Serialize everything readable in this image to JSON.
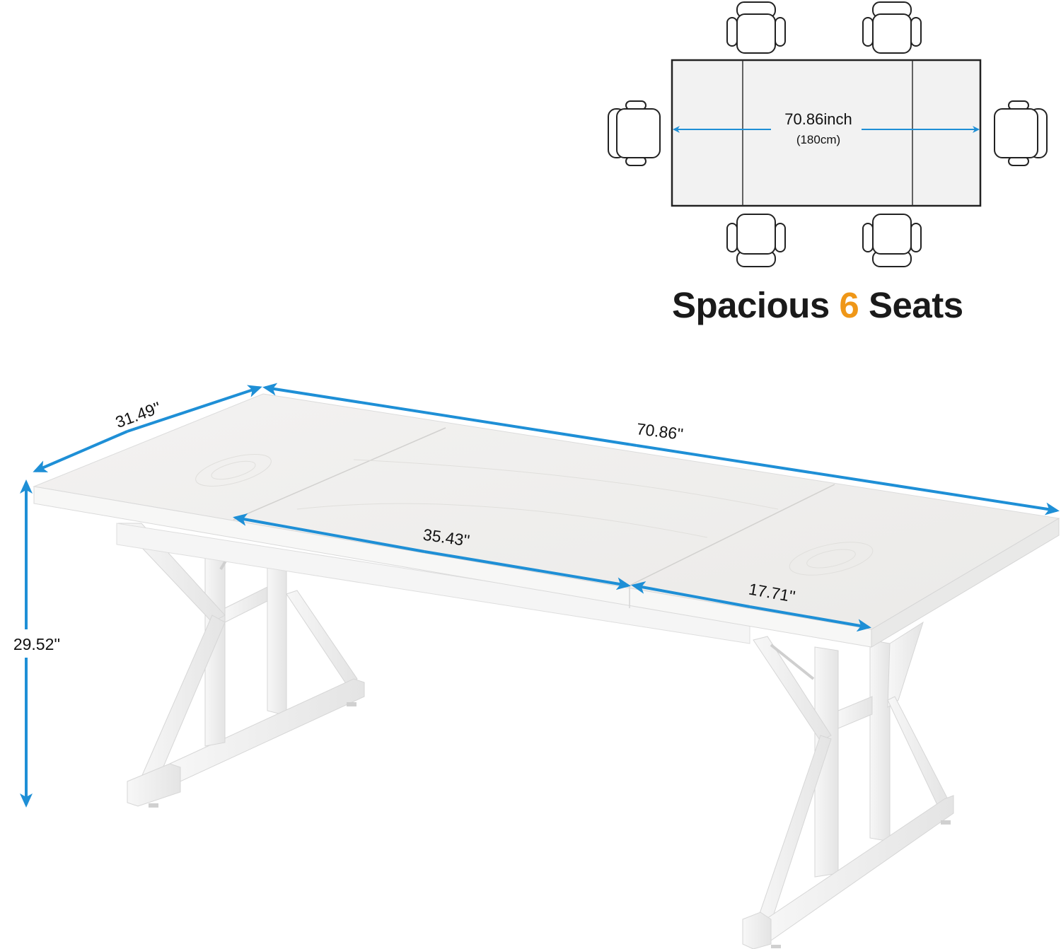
{
  "colors": {
    "dimension_arrow": "#1e8fd6",
    "accent": "#ef9718",
    "text": "#1a1a1a",
    "table_top": "#f0efee",
    "table_edge": "#e6e5e3",
    "frame": "#f4f4f4",
    "frame_shadow": "#dcdcdc",
    "diagram_fill": "#f2f2f2",
    "diagram_stroke": "#222222"
  },
  "top_view": {
    "length_label": "70.86inch",
    "length_metric": "(180cm)",
    "seat_count_icons": 6,
    "chairs": [
      {
        "position": "top-left"
      },
      {
        "position": "top-right"
      },
      {
        "position": "left"
      },
      {
        "position": "right"
      },
      {
        "position": "bottom-left"
      },
      {
        "position": "bottom-right"
      }
    ],
    "title": {
      "prefix": "Spacious",
      "number": "6",
      "suffix": "Seats"
    }
  },
  "perspective_view": {
    "dimensions": {
      "depth": "31.49''",
      "length": "70.86''",
      "center_panel": "35.43''",
      "end_panel": "17.71''",
      "height": "29.52''"
    }
  }
}
